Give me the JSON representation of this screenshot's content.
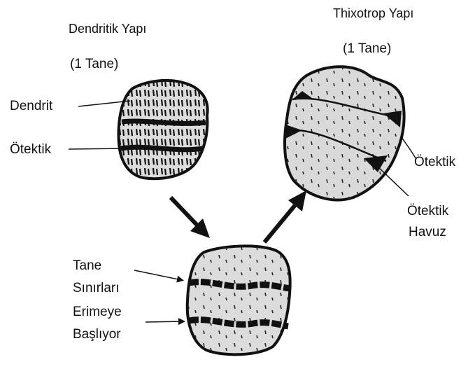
{
  "colors": {
    "ink": "#111111",
    "grain_fill": "#d9d9d9",
    "eutectic": "#111111",
    "background": "#ffffff"
  },
  "dendritic": {
    "title": "Dendritik Yapı",
    "subtitle": "(1 Tane)",
    "label_dendrite": "Dendrit",
    "label_eutectic": "Ötektik"
  },
  "thixotropic": {
    "title": "Thixotrop Yapı",
    "subtitle": "(1 Tane)",
    "label_eutectic": "Ötektik",
    "label_pool_line1": "Ötektik",
    "label_pool_line2": "Havuz"
  },
  "transition": {
    "label_line1": "Tane",
    "label_line2": "Sınırları",
    "label_line3": "Erimeye",
    "label_line4": "Başlıyor"
  }
}
